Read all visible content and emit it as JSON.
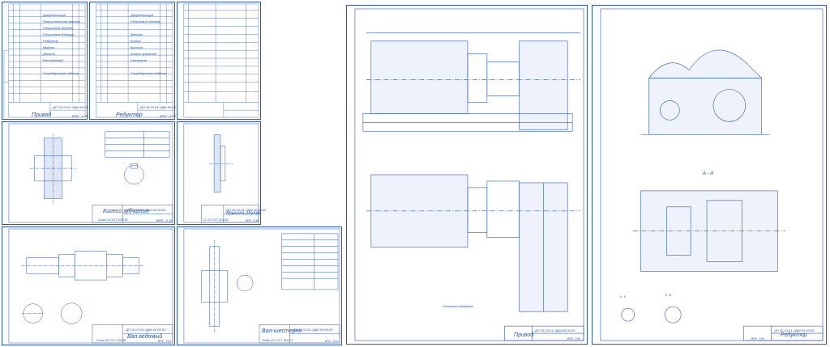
{
  "colors": {
    "line": "#2b5bb5",
    "ink": "#2452a8",
    "paper": "#ffffff"
  },
  "sheets": {
    "spec1": {
      "title": "Привод",
      "code": "ДП 15.03.01.ОДМ.00.06.00",
      "sheet_no": "ВРФ - 5.90",
      "rows": [
        "Документация",
        "Пояснительная записка",
        "Сборочный чертеж",
        "Сборочные единицы",
        "Редуктор",
        "Муфта",
        "Детали",
        "Вал ведомый",
        "Стандартные изделия"
      ]
    },
    "spec2": {
      "title": "Редуктор",
      "code": "ДП 15.03.01.ОДМ.00.06.00",
      "sheet_no": "ВРФ - 5.90",
      "rows": [
        "Документация",
        "Сборочный чертеж",
        "Детали",
        "Корпус",
        "Крышка",
        "Колесо зубчатое",
        "Шестерня",
        "Стандартные изделия"
      ]
    },
    "wheel": {
      "title": "Колесо зубчатое",
      "code": "ДП 15.03.01.ОДМ.00.06.00",
      "material": "Сталь 45 ГОСТ 1050-88",
      "sheet_no": "ВРФ - 5.90"
    },
    "cover": {
      "title": "Крышка глухая",
      "code": "ДП 15.03.01.ОДМ.00.06.00",
      "material": "СЧ 15 ГОСТ 1412-85",
      "sheet_no": "ВРФ - 5.90"
    },
    "shaft": {
      "title": "Вал ведомый",
      "code": "ДП 15.03.01.ОДМ.00.06.00",
      "material": "Сталь 45 ГОСТ 1050-88",
      "sheet_no": "ВРФ - 5.90"
    },
    "gear": {
      "title": "Вал-шестерня",
      "code": "ДП 15.03.01.ОДМ.00.06.00",
      "material": "Сталь 40Х ГОСТ 4543-71",
      "sheet_no": "ВРФ - 5.90"
    },
    "drive": {
      "title": "Привод",
      "code": "ДП 15.03.01.ОДМ.00.06.00",
      "sheet_no": "ВРФ - 5.90",
      "note_head": "Технические требования"
    },
    "reducer": {
      "title": "Редуктор",
      "code": "ДП 15.03.01.ОДМ.00.06.00",
      "sheet_no": "ВРФ - 5.90",
      "section_aa": "А - А",
      "section_bb": "Б - Б",
      "section_vv": "В - В"
    }
  }
}
